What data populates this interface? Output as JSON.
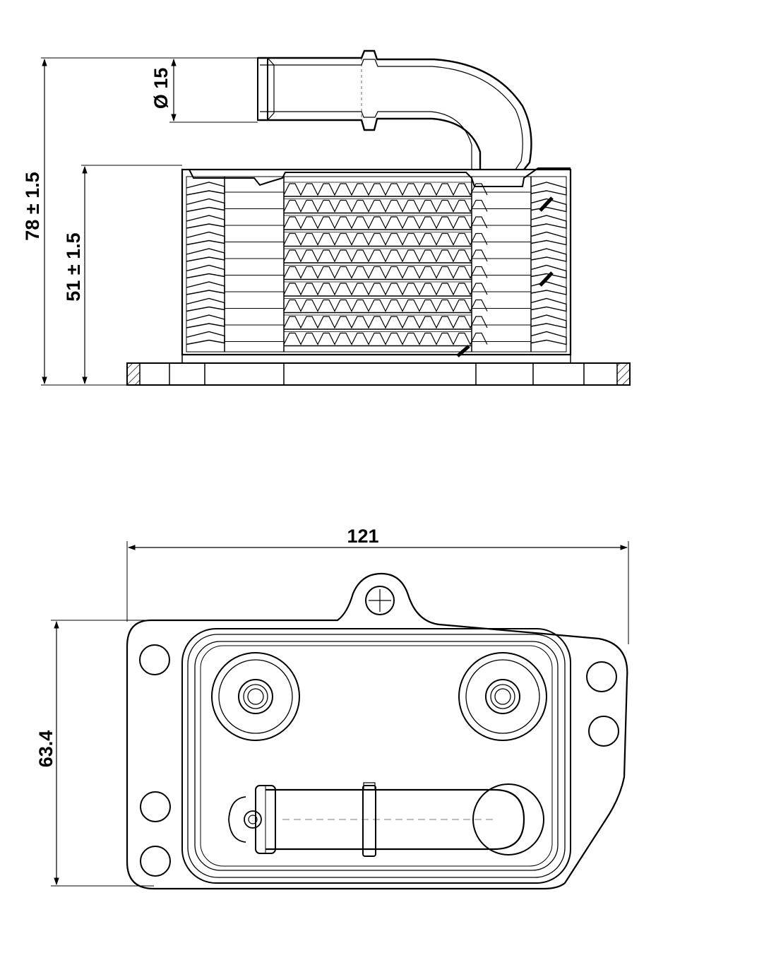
{
  "dimensions": {
    "total_height": "78 ± 1.5",
    "core_height": "51 ± 1.5",
    "pipe_diameter": "Ø 15",
    "width": "121",
    "depth": "63.4"
  }
}
